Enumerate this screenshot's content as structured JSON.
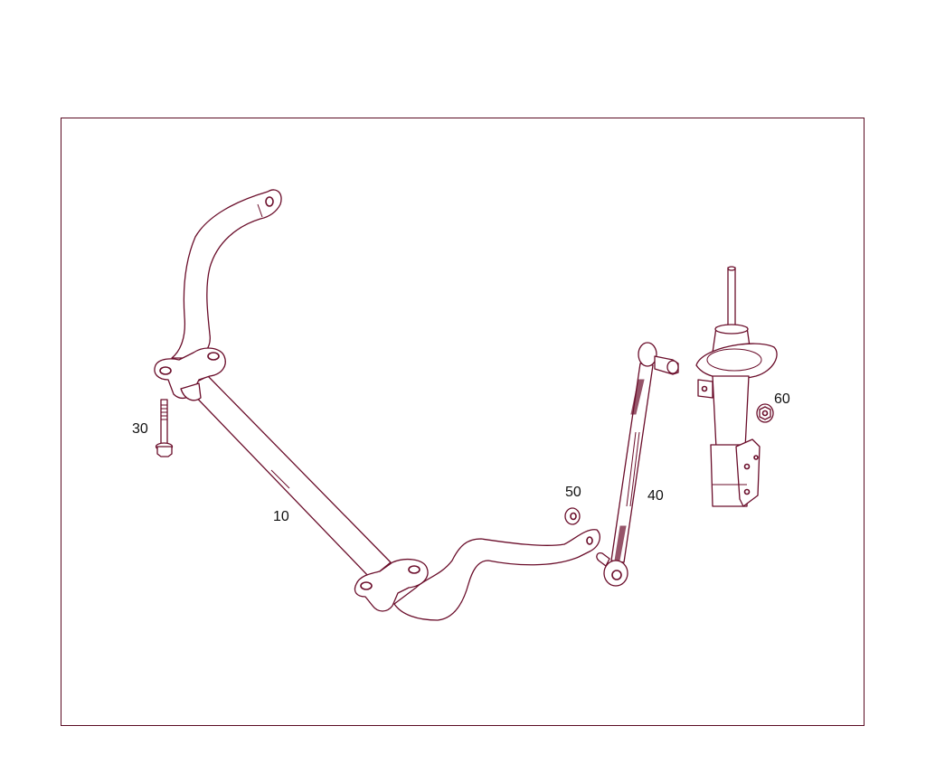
{
  "diagram": {
    "type": "exploded-parts-view",
    "subject": "Front stabilizer bar assembly",
    "colors": {
      "line": "#6a0d2a",
      "frame": "#5a0a22",
      "text": "#111111",
      "background": "#ffffff"
    },
    "parts": [
      {
        "id": "10",
        "label": "10",
        "name": "stabilizer-bar"
      },
      {
        "id": "30",
        "label": "30",
        "name": "bolt"
      },
      {
        "id": "40",
        "label": "40",
        "name": "stabilizer-link"
      },
      {
        "id": "50",
        "label": "50",
        "name": "nut"
      },
      {
        "id": "60",
        "label": "60",
        "name": "nut"
      }
    ],
    "extra_components": [
      {
        "name": "shock-absorber-strut",
        "label": ""
      }
    ]
  }
}
